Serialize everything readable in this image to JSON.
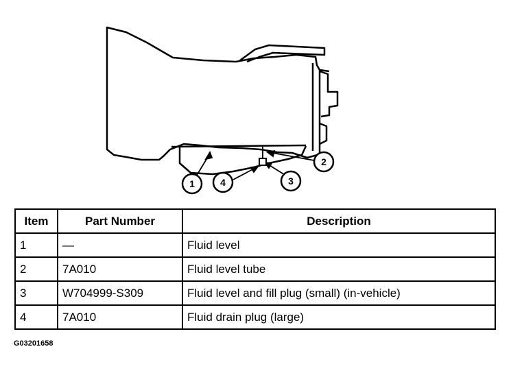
{
  "diagram": {
    "callouts": [
      {
        "id": "1",
        "label": "1"
      },
      {
        "id": "2",
        "label": "2"
      },
      {
        "id": "3",
        "label": "3"
      },
      {
        "id": "4",
        "label": "4"
      }
    ]
  },
  "table": {
    "headers": {
      "item": "Item",
      "part_number": "Part Number",
      "description": "Description"
    },
    "rows": [
      {
        "item": "1",
        "part_number": "—",
        "description": "Fluid level"
      },
      {
        "item": "2",
        "part_number": "7A010",
        "description": "Fluid level tube"
      },
      {
        "item": "3",
        "part_number": "W704999-S309",
        "description": "Fluid level and fill plug (small) (in-vehicle)"
      },
      {
        "item": "4",
        "part_number": "7A010",
        "description": "Fluid drain plug (large)"
      }
    ]
  },
  "figure_code": "G03201658"
}
